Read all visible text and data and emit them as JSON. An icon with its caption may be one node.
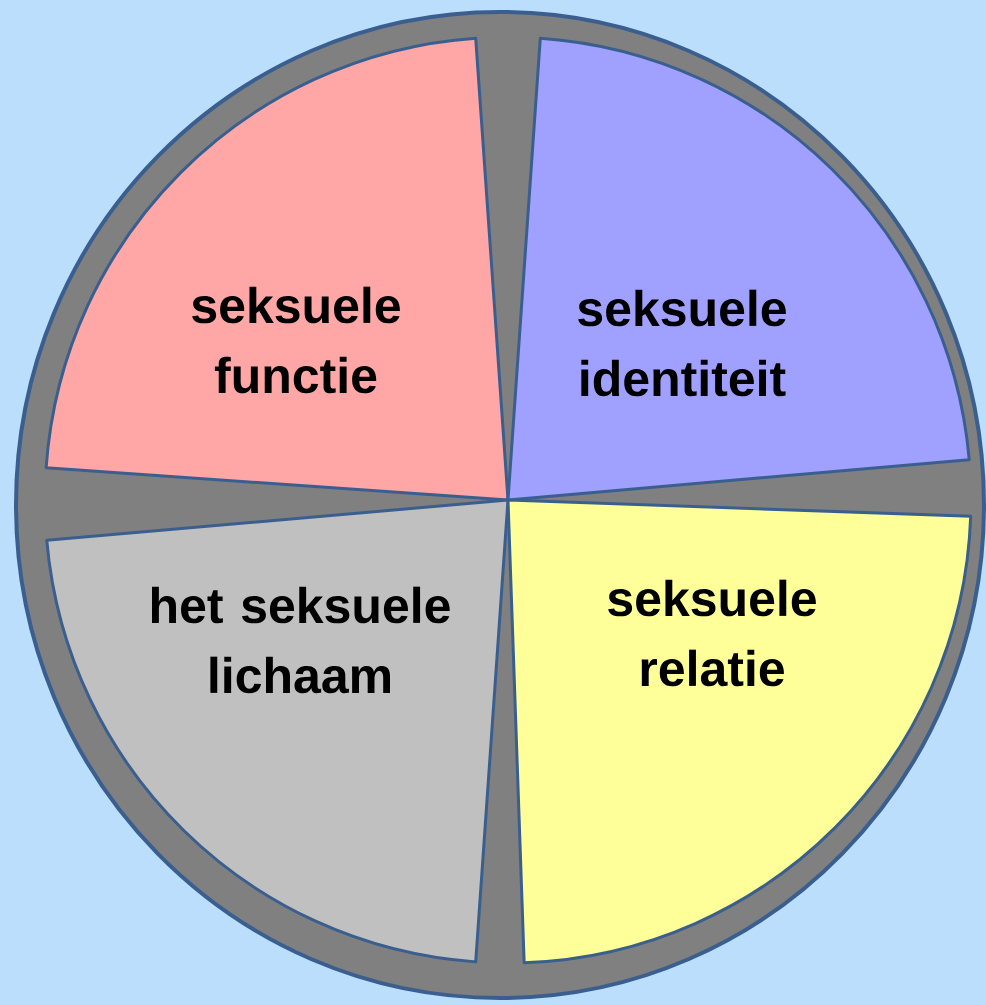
{
  "diagram": {
    "nodes": [
      {
        "text": [
          "seksuele functie"
        ]
      },
      {
        "text": [
          "seksuele identiteit"
        ]
      },
      {
        "text": [
          "het seksuele lichaam"
        ]
      },
      {
        "text": [
          "seksuele relatie"
        ]
      }
    ]
  }
}
